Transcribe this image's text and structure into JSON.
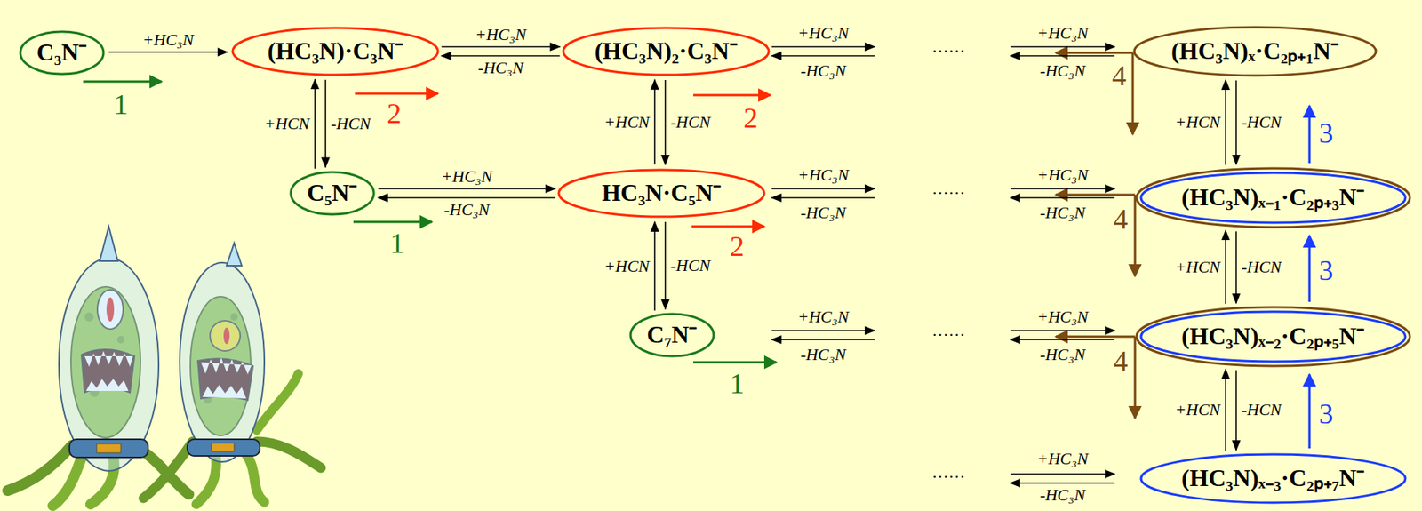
{
  "diagram": {
    "nodes": [
      {
        "text": [
          "C₃N⁻"
        ]
      },
      {
        "text": [
          "(HC₃N)·C₃N⁻"
        ]
      },
      {
        "text": [
          "(HC₃N)₂·C₃N⁻"
        ]
      },
      {
        "text": [
          "(HC₃N)ₓ·C₂ₚ₊₁N⁻"
        ]
      },
      {
        "text": [
          "C₅N⁻"
        ]
      },
      {
        "text": [
          "HC₃N·C₅N⁻"
        ]
      },
      {
        "text": [
          "(HC₃N)ₓ₋₁·C₂ₚ₊₃N⁻"
        ]
      },
      {
        "text": [
          "C₇N⁻"
        ]
      },
      {
        "text": [
          "(HC₃N)ₓ₋₂·C₂ₚ₊₅N⁻"
        ]
      },
      {
        "text": [
          "(HC₃N)ₓ₋₃·C₂ₚ₊₇N⁻"
        ]
      }
    ],
    "edges": [
      {
        "from": 0,
        "to": 1,
        "arrow": "to",
        "label": "+HC₃N"
      },
      {
        "from": 1,
        "to": 2,
        "arrow": "to",
        "label": "+HC₃N"
      },
      {
        "from": 2,
        "to": 1,
        "arrow": "to",
        "label": "-HC₃N"
      },
      {
        "from": 4,
        "to": 1,
        "arrow": "to",
        "label": "+HCN"
      },
      {
        "from": 1,
        "to": 4,
        "arrow": "to",
        "label": "-HCN"
      },
      {
        "from": 4,
        "to": 5,
        "arrow": "to",
        "label": "+HC₃N"
      },
      {
        "from": 5,
        "to": 4,
        "arrow": "to",
        "label": "-HC₃N"
      },
      {
        "from": 5,
        "to": 2,
        "arrow": "to",
        "label": "+HCN"
      },
      {
        "from": 2,
        "to": 5,
        "arrow": "to",
        "label": "-HCN"
      },
      {
        "from": 7,
        "to": 5,
        "arrow": "to",
        "label": "+HCN"
      },
      {
        "from": 5,
        "to": 7,
        "arrow": "to",
        "label": "-HCN"
      },
      {
        "from": 6,
        "to": 3,
        "arrow": "to",
        "label": "+HCN"
      },
      {
        "from": 3,
        "to": 6,
        "arrow": "to",
        "label": "-HCN"
      },
      {
        "from": 8,
        "to": 6,
        "arrow": "to",
        "label": "+HCN"
      },
      {
        "from": 6,
        "to": 8,
        "arrow": "to",
        "label": "-HCN"
      },
      {
        "from": 9,
        "to": 8,
        "arrow": "to",
        "label": "+HCN"
      },
      {
        "from": 8,
        "to": 9,
        "arrow": "to",
        "label": "-HCN"
      }
    ],
    "labels": [
      "+HC₃N",
      "-HC₃N",
      "……",
      "+HC₃N",
      "-HC₃N",
      "+HC₃N",
      "-HC₃N",
      "……",
      "+HC₃N",
      "-HC₃N",
      "+HC₃N",
      "-HC₃N",
      "……",
      "+HC₃N",
      "-HC₃N",
      "……",
      "+HC₃N",
      "-HC₃N",
      "1",
      "1",
      "1",
      "2",
      "2",
      "2",
      "3",
      "3",
      "3",
      "4",
      "4",
      "4"
    ]
  }
}
